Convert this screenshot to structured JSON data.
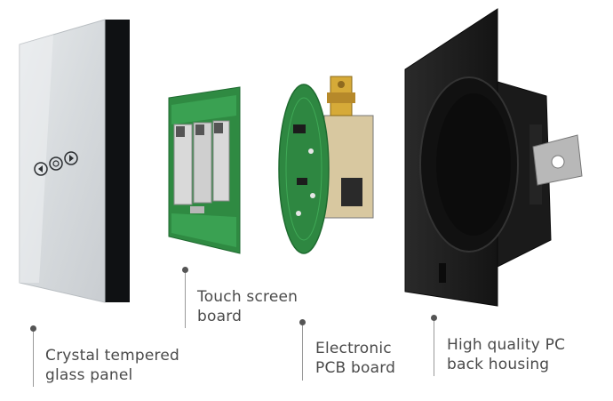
{
  "components": [
    {
      "id": "glass",
      "line1": "Crystal tempered",
      "line2": "glass panel"
    },
    {
      "id": "touch",
      "line1": "Touch screen",
      "line2": "board"
    },
    {
      "id": "pcb",
      "line1": "Electronic",
      "line2": "PCB board"
    },
    {
      "id": "housing",
      "line1": "High quality PC",
      "line2": "back housing"
    }
  ],
  "colors": {
    "glass": "#d9dde0",
    "glass_edge": "#101214",
    "pcb_green": "#2f8a42",
    "housing": "#1d1d1d",
    "label_text": "#4a4a4a"
  },
  "icons": [
    "chevron-left-icon",
    "circle-icon",
    "chevron-right-icon"
  ]
}
